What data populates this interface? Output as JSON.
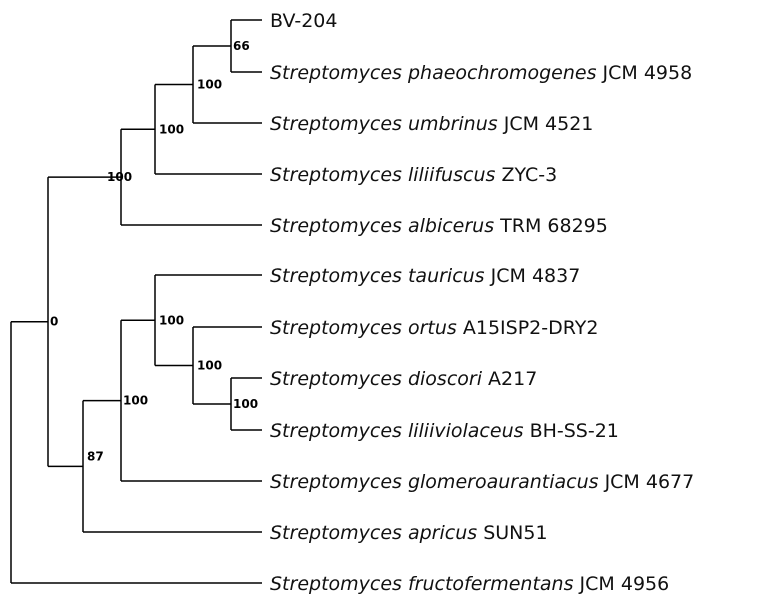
{
  "tree": {
    "taxa": [
      {
        "id": "t1",
        "species": "",
        "strain": "BV-204"
      },
      {
        "id": "t2",
        "species": "Streptomyces phaeochromogenes",
        "strain": "JCM 4958"
      },
      {
        "id": "t3",
        "species": "Streptomyces umbrinus",
        "strain": "JCM 4521"
      },
      {
        "id": "t4",
        "species": "Streptomyces liliifuscus",
        "strain": "ZYC-3"
      },
      {
        "id": "t5",
        "species": "Streptomyces albicerus",
        "strain": "TRM 68295"
      },
      {
        "id": "t6",
        "species": "Streptomyces tauricus",
        "strain": "JCM 4837"
      },
      {
        "id": "t7",
        "species": "Streptomyces ortus",
        "strain": "A15ISP2-DRY2"
      },
      {
        "id": "t8",
        "species": "Streptomyces dioscori",
        "strain": "A217"
      },
      {
        "id": "t9",
        "species": "Streptomyces liliiviolaceus",
        "strain": "BH-SS-21"
      },
      {
        "id": "t10",
        "species": "Streptomyces glomeroaurantiacus",
        "strain": "JCM 4677"
      },
      {
        "id": "t11",
        "species": "Streptomyces apricus",
        "strain": "SUN51"
      },
      {
        "id": "t12",
        "species": "Streptomyces fructofermentans",
        "strain": "JCM 4956"
      }
    ],
    "support_values": [
      {
        "id": "n1",
        "value": "66"
      },
      {
        "id": "n2",
        "value": "100"
      },
      {
        "id": "n3",
        "value": "100"
      },
      {
        "id": "n4",
        "value": "100"
      },
      {
        "id": "n5",
        "value": "100"
      },
      {
        "id": "n6",
        "value": "100"
      },
      {
        "id": "n7",
        "value": "100"
      },
      {
        "id": "n8",
        "value": "87"
      },
      {
        "id": "n9",
        "value": "100"
      },
      {
        "id": "n10",
        "value": "0"
      }
    ]
  }
}
